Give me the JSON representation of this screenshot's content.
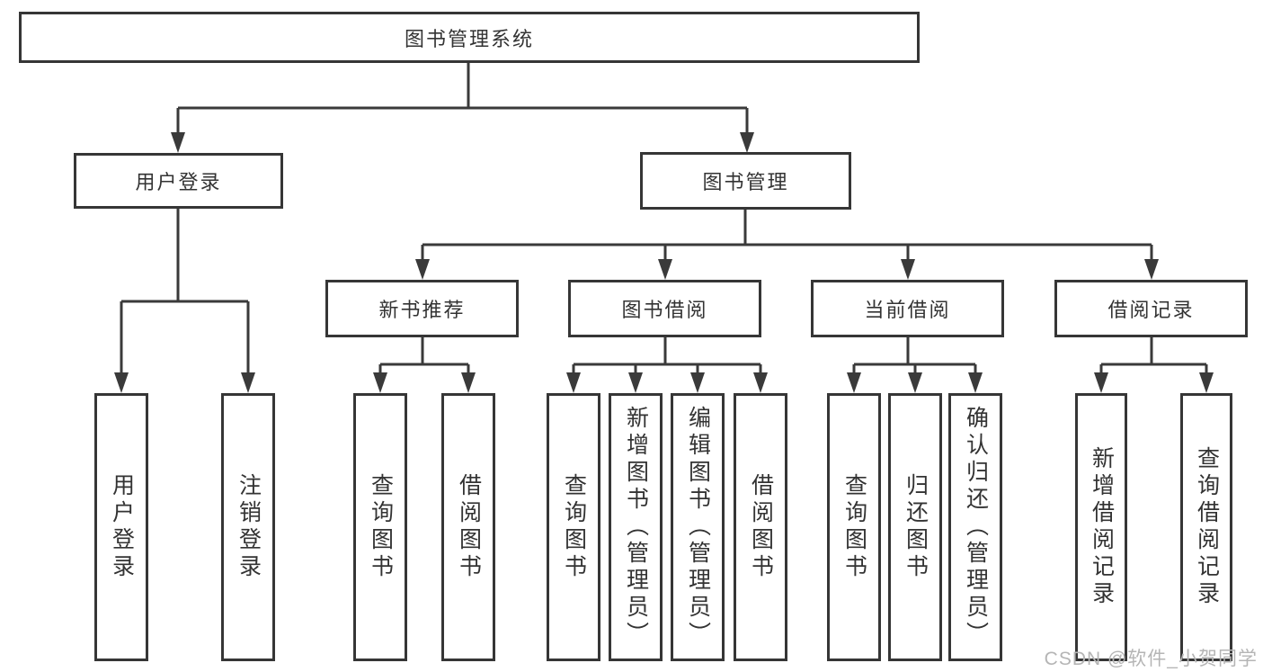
{
  "title": "图书管理系统",
  "colors": {
    "line": "#3a3a3a",
    "border": "#363636",
    "text": "#333333",
    "background": "#ffffff",
    "watermark": "#b5b5b5"
  },
  "tree": {
    "root": {
      "label": "图书管理系统"
    },
    "branches": [
      {
        "label": "用户登录",
        "children": [
          {
            "label": "用户登录"
          },
          {
            "label": "注销登录"
          }
        ]
      },
      {
        "label": "图书管理",
        "children": [
          {
            "label": "新书推荐",
            "children": [
              {
                "label": "查询图书"
              },
              {
                "label": "借阅图书"
              }
            ]
          },
          {
            "label": "图书借阅",
            "children": [
              {
                "label": "查询图书"
              },
              {
                "label": "新增图书（管理员）"
              },
              {
                "label": "编辑图书（管理员）"
              },
              {
                "label": "借阅图书"
              }
            ]
          },
          {
            "label": "当前借阅",
            "children": [
              {
                "label": "查询图书"
              },
              {
                "label": "归还图书"
              },
              {
                "label": "确认归还（管理员）"
              }
            ]
          },
          {
            "label": "借阅记录",
            "children": [
              {
                "label": "新增借阅记录"
              },
              {
                "label": "查询借阅记录"
              }
            ]
          }
        ]
      }
    ]
  },
  "watermark": {
    "text": "CSDN @软件_小贺同学"
  }
}
